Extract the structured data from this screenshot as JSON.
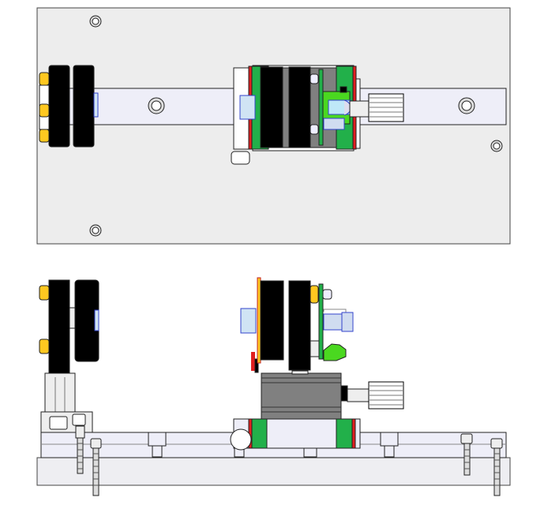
{
  "views": [
    {
      "name": "top-view",
      "components": [
        "base-plate",
        "rail",
        "left-mount",
        "carriage",
        "adjust-knob"
      ]
    },
    {
      "name": "side-view",
      "components": [
        "base-plate",
        "rail",
        "left-mount",
        "carriage",
        "translation-stage",
        "adjust-knob",
        "screws"
      ]
    }
  ],
  "colors": {
    "plate": "#ededed",
    "rail": "#eeeef8",
    "lens_block": "#000000",
    "knob_brass": "#ffc820",
    "board_green": "#22b04a",
    "light_green": "#4ad820",
    "rail_stop_red": "#e02020",
    "stage_gray": "#808080",
    "blue_part": "#d0e4f4",
    "outline": "#222222"
  },
  "icons": [
    "mount-hole-icon",
    "screw-icon",
    "knob-icon"
  ]
}
